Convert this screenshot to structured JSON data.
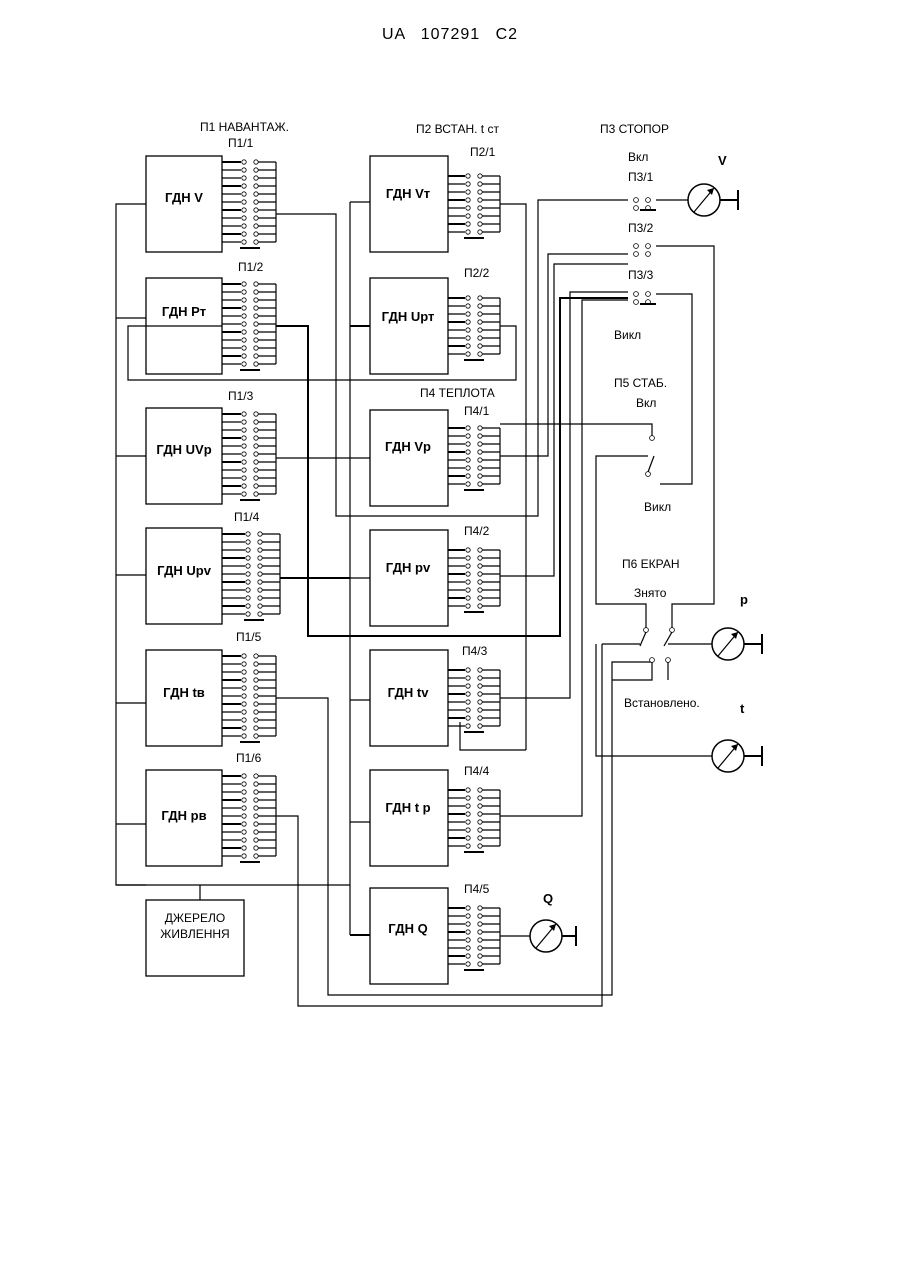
{
  "header": {
    "text": "UA   107291   C2"
  },
  "switch_groups": {
    "p1": "П1 НАВАНТАЖ.",
    "p2": "П2 ВСТАН. t ст",
    "p3": "П3 СТОПОР",
    "p4": "П4 ТЕПЛОТА",
    "p5": "П5 СТАБ.",
    "p6": "П6 ЕКРАН"
  },
  "switch_labels": {
    "p3_on": "Вкл",
    "p3_off": "Викл",
    "p5_on": "Вкл",
    "p5_off": "Викл",
    "p6_removed": "Знято",
    "p6_installed": "Встановлено."
  },
  "blocks_left": [
    {
      "label": "ГДН V",
      "switch": "П1/1"
    },
    {
      "label": "ГДН Рт",
      "switch": "П1/2"
    },
    {
      "label": "ГДН UVр",
      "switch": "П1/3"
    },
    {
      "label": "ГДН Uрv",
      "switch": "П1/4"
    },
    {
      "label": "ГДН tв",
      "switch": "П1/5"
    },
    {
      "label": "ГДН рв",
      "switch": "П1/6"
    }
  ],
  "blocks_right": [
    {
      "label": "ГДН Vт",
      "switch": "П2/1"
    },
    {
      "label": "ГДН Uрт",
      "switch": "П2/2"
    },
    {
      "label": "ГДН Vр",
      "switch": "П4/1"
    },
    {
      "label": "ГДН рv",
      "switch": "П4/2"
    },
    {
      "label": "ГДН tv",
      "switch": "П4/3"
    },
    {
      "label": "ГДН t р",
      "switch": "П4/4"
    },
    {
      "label": "ГДН Q",
      "switch": "П4/5"
    }
  ],
  "right_switches": [
    "П3/1",
    "П3/2",
    "П3/3"
  ],
  "power_supply": {
    "line1": "ДЖЕРЕЛО",
    "line2": "ЖИВЛЕННЯ"
  },
  "meters": {
    "v": "V",
    "p": "p",
    "t": "t",
    "q": "Q"
  }
}
